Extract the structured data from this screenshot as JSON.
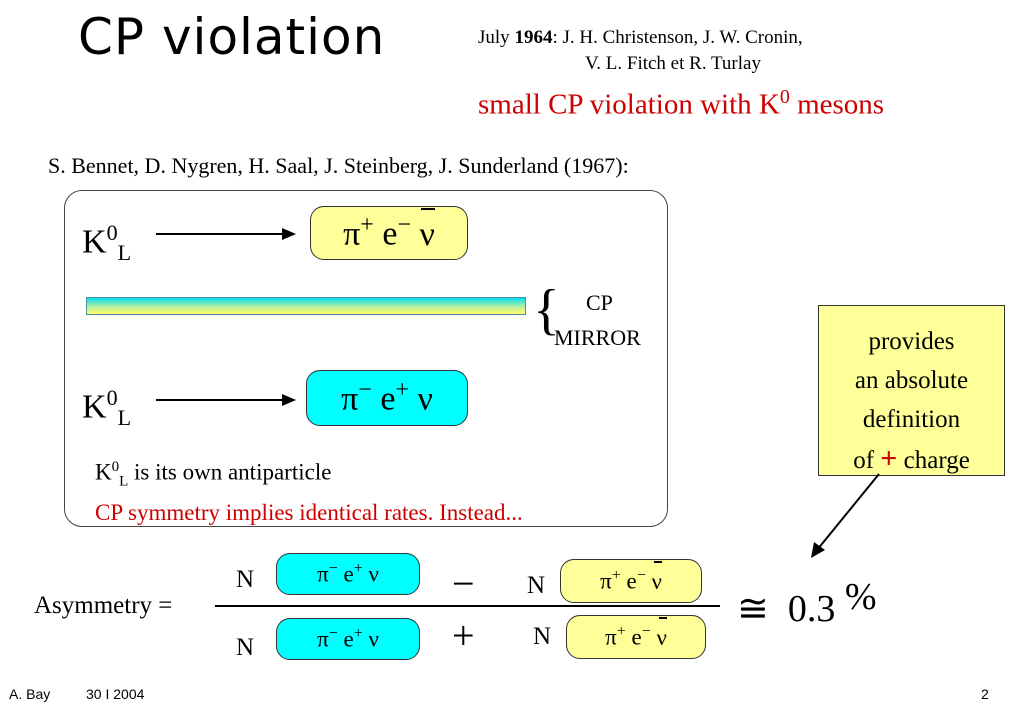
{
  "title": "CP violation",
  "authors": {
    "prefix": "July ",
    "year": "1964",
    "line1_rest": ": J. H. Christenson, J. W. Cronin,",
    "line2": "V. L. Fitch et  R. Turlay"
  },
  "discovery": {
    "text": "small CP violation with K",
    "sup": "0",
    "tail": " mesons"
  },
  "bennet": "S. Bennet, D. Nygren, H. Saal, J. Steinberg, J. Sunderland (1967):",
  "particle": {
    "K": "K",
    "sup0": "0",
    "subL": "L"
  },
  "decay_top": {
    "pi": "π",
    "pi_charge": "+",
    "e": "e",
    "e_charge": "−",
    "nu": "ν"
  },
  "decay_bottom": {
    "pi": "π",
    "pi_charge": "−",
    "e": "e",
    "e_charge": "+",
    "nu": "ν"
  },
  "mirror": {
    "brace": "{",
    "line1": "CP",
    "line2": "MIRROR"
  },
  "notes": {
    "own_antiparticle_tail": " is its own antiparticle",
    "cp_symmetry": "CP symmetry implies identical rates.  Instead..."
  },
  "definition_box": {
    "line1": "provides",
    "line2": "an absolute",
    "line3": "definition",
    "line4_pre": "of ",
    "line4_plus": "+",
    "line4_post": " charge"
  },
  "asymmetry": {
    "label": "Asymmetry =",
    "N": "N",
    "minus": "−",
    "plus": "+",
    "approx": "≅",
    "value": "0.3",
    "percent": "%"
  },
  "footer": {
    "author": "A. Bay",
    "date": "30 I 2004",
    "page": "2"
  },
  "colors": {
    "red": "#cc0000",
    "yellow": "#ffff99",
    "cyan": "#00ffff"
  }
}
